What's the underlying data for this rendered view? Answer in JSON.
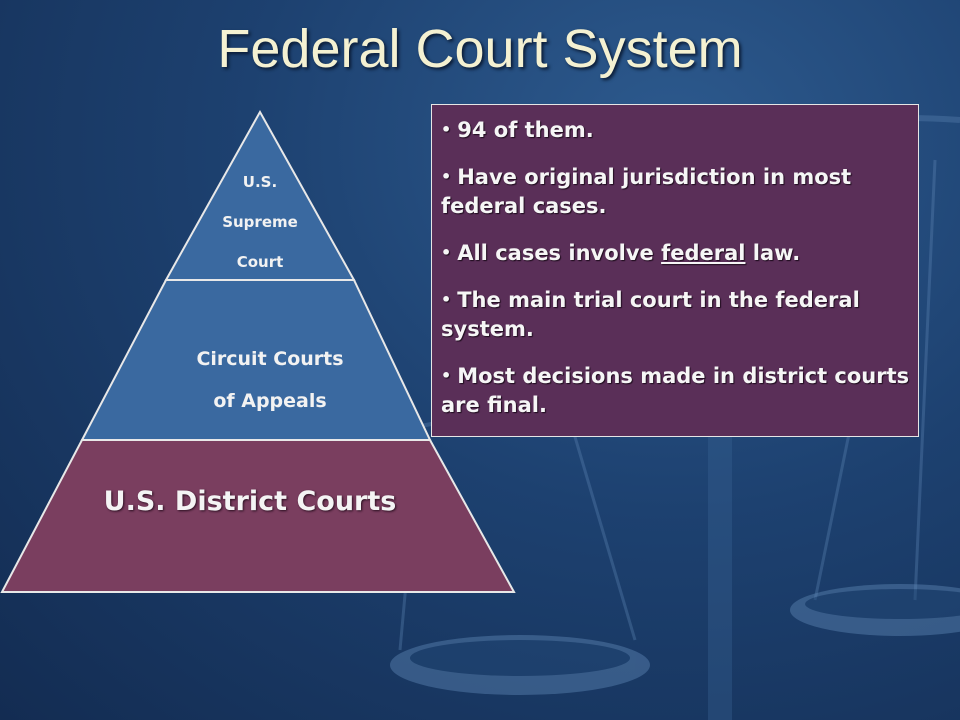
{
  "title": "Federal Court System",
  "pyramid": {
    "supreme": [
      "U.S.",
      "Supreme",
      "Court"
    ],
    "appeals": [
      "Circuit Courts",
      "of Appeals"
    ],
    "district": "U.S. District Courts"
  },
  "info": {
    "items": [
      {
        "text": "94 of them."
      },
      {
        "text": "Have original jurisdiction in most federal cases."
      },
      {
        "before": "All cases involve ",
        "emphasis": "federal",
        "after": " law."
      },
      {
        "text": "The main trial court in the federal system."
      },
      {
        "text": "Most decisions made in district courts are final."
      }
    ]
  },
  "colors": {
    "supreme_tier": "#3a69a0",
    "appeals_tier": "#3a69a0",
    "district_tier": "#7a3e5f",
    "info_box": "#5a2f58",
    "title": "#f4f1d2"
  }
}
